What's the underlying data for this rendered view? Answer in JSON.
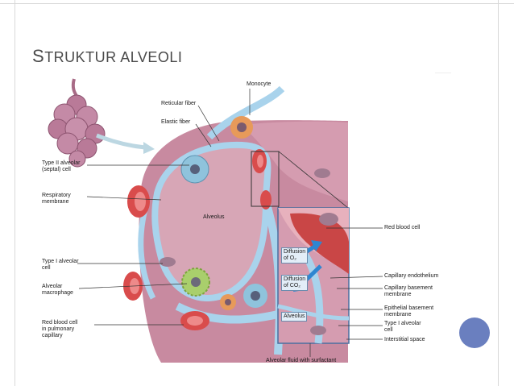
{
  "slide": {
    "title_lead": "S",
    "title_rest": "TRUKTUR ALVEOLI"
  },
  "labels": {
    "monocyte": "Monocyte",
    "reticular_fiber": "Reticular fiber",
    "elastic_fiber": "Elastic fiber",
    "type2_line1": "Type II alveolar",
    "type2_line2": "(septal) cell",
    "resp_line1": "Respiratory",
    "resp_line2": "membrane",
    "alveolus": "Alveolus",
    "type1_line1": "Type I alveolar",
    "type1_line2": "cell",
    "macro_line1": "Alveolar",
    "macro_line2": "macrophage",
    "rbc_line1": "Red blood cell",
    "rbc_line2": "in pulmonary",
    "rbc_line3": "capillary",
    "red_blood_cell": "Red blood cell",
    "cap_endo": "Capillary endothelium",
    "cap_base1": "Capillary basement",
    "cap_base2": "membrane",
    "epi_base1": "Epithelial basement",
    "epi_base2": "membrane",
    "type1r_line1": "Type I alveolar",
    "type1r_line2": "cell",
    "interstitial": "Interstitial space",
    "fluid": "Alveolar fluid with surfactant",
    "diff_o2_1": "Diffusion",
    "diff_o2_2": "of O₂",
    "diff_co2_1": "Diffusion",
    "diff_co2_2": "of CO₂",
    "alveolus_box": "Alveolus"
  },
  "colors": {
    "accent_dot": "#6a7fbf",
    "tissue": "#c98aa0",
    "interstitium": "#a9d3ec",
    "alveolus_fill": "#d9a7b6",
    "rbc": "#d94c4c"
  }
}
